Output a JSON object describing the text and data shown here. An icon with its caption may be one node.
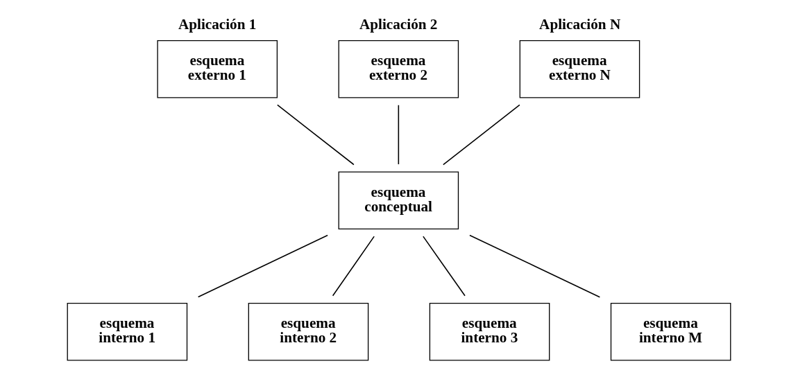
{
  "diagram": {
    "nodes": [
      {
        "text": [
          "Aplicación 1",
          "esquema externo 1"
        ]
      },
      {
        "text": [
          "Aplicación 2",
          "esquema externo 2"
        ]
      },
      {
        "text": [
          "Aplicación N",
          "esquema externo N"
        ]
      },
      {
        "text": [
          "esquema conceptual"
        ]
      },
      {
        "text": [
          "esquema interno 1"
        ]
      },
      {
        "text": [
          "esquema interno 2"
        ]
      },
      {
        "text": [
          "esquema interno 3"
        ]
      },
      {
        "text": [
          "esquema interno M"
        ]
      }
    ],
    "edges": [
      {
        "from": 0,
        "to": 3,
        "arrow": "none"
      },
      {
        "from": 1,
        "to": 3,
        "arrow": "none"
      },
      {
        "from": 2,
        "to": 3,
        "arrow": "none"
      },
      {
        "from": 3,
        "to": 4,
        "arrow": "none"
      },
      {
        "from": 3,
        "to": 5,
        "arrow": "none"
      },
      {
        "from": 3,
        "to": 6,
        "arrow": "none"
      },
      {
        "from": 3,
        "to": 7,
        "arrow": "none"
      }
    ]
  }
}
